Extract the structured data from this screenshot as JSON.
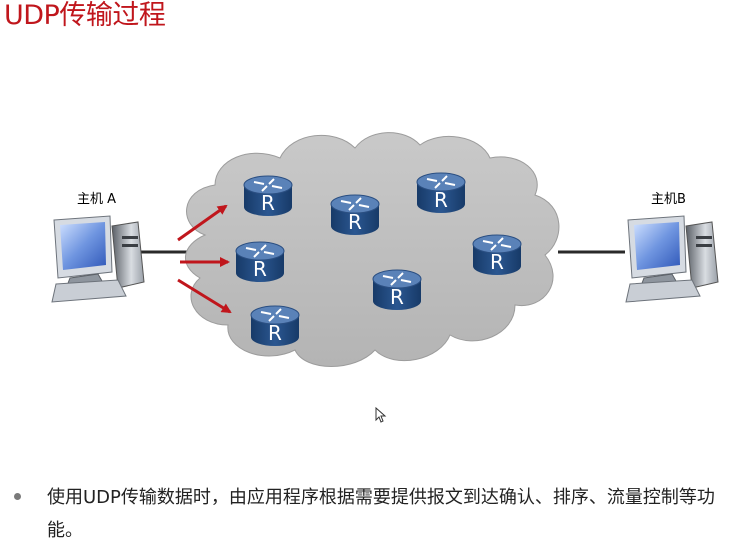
{
  "title": "UDP传输过程",
  "host_a": {
    "label": "主机 A"
  },
  "host_b": {
    "label": "主机B"
  },
  "router_letter": "R",
  "routers_count_label": "",
  "colors": {
    "title": "#c0161c",
    "cloud": "#bdbdbd",
    "router_top": "#4e78b0",
    "router_body": "#1f4577",
    "arrow": "#c0161c"
  },
  "bullet": {
    "text": "使用UDP传输数据时，由应用程序根据需要提供报文到达确认、排序、流量控制等功能。"
  }
}
